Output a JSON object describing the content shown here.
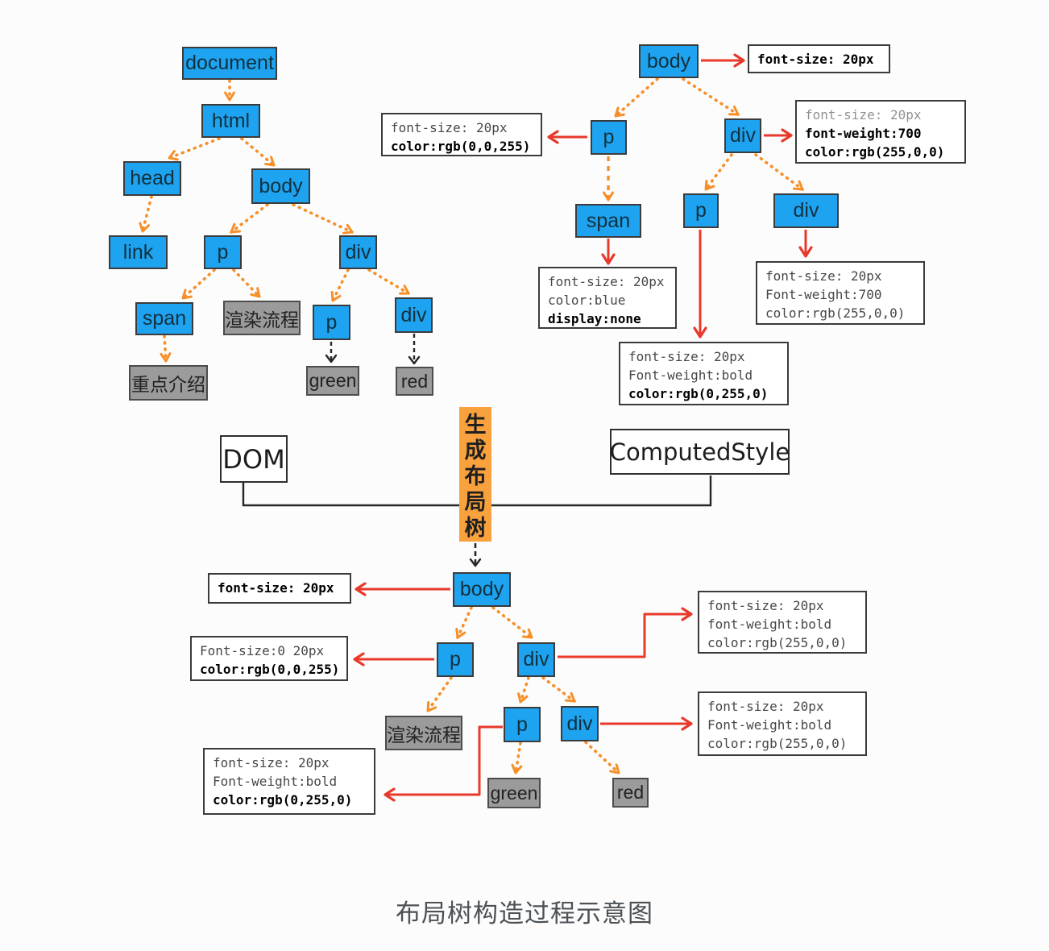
{
  "colors": {
    "node_blue": "#1ea3f0",
    "gray_box": "#9b9b9b",
    "orange_accent": "#f9a13c",
    "arrow_orange": "#f78f28",
    "arrow_red": "#e8392b"
  },
  "caption": "布局树构造过程示意图",
  "dom_tree": {
    "document": "document",
    "html": "html",
    "head": "head",
    "body": "body",
    "link": "link",
    "p": "p",
    "div": "div",
    "span": "span",
    "render_text": "渲染流程",
    "intro_text": "重点介绍",
    "p2": "p",
    "div2": "div",
    "green": "green",
    "red": "red"
  },
  "computed_tree": {
    "body": "body",
    "p": "p",
    "div": "div",
    "span": "span",
    "p2": "p",
    "div2": "div",
    "body_style": [
      {
        "t": "font-size: 20px",
        "b": 1
      }
    ],
    "p_style": [
      {
        "t": "font-size: 20px"
      },
      {
        "t": "color:rgb(0,0,255)",
        "b": 1
      }
    ],
    "div_style": [
      {
        "t": "font-size: 20px",
        "d": 1
      },
      {
        "t": "font-weight:700",
        "b": 1
      },
      {
        "t": "color:rgb(255,0,0)",
        "b": 1
      }
    ],
    "span_style": [
      {
        "t": "font-size: 20px"
      },
      {
        "t": "color:blue"
      },
      {
        "t": "display:none",
        "b": 1
      }
    ],
    "p2_style": [
      {
        "t": "font-size: 20px"
      },
      {
        "t": "Font-weight:bold"
      },
      {
        "t": "color:rgb(0,255,0)",
        "b": 1
      }
    ],
    "div2_style": [
      {
        "t": "font-size: 20px"
      },
      {
        "t": "Font-weight:700"
      },
      {
        "t": "color:rgb(255,0,0)"
      }
    ]
  },
  "middle": {
    "dom": "DOM",
    "generate": "生成布局树",
    "computed_style": "ComputedStyle"
  },
  "layout_tree": {
    "body": "body",
    "p": "p",
    "div": "div",
    "render_text": "渲染流程",
    "p2": "p",
    "div2": "div",
    "green": "green",
    "red": "red",
    "body_style": [
      {
        "t": "font-size: 20px",
        "b": 1
      }
    ],
    "p_style": [
      {
        "t": "Font-size:0 20px"
      },
      {
        "t": "color:rgb(0,0,255)",
        "b": 1
      }
    ],
    "div_style": [
      {
        "t": "font-size: 20px"
      },
      {
        "t": "font-weight:bold"
      },
      {
        "t": "color:rgb(255,0,0)"
      }
    ],
    "p2_style": [
      {
        "t": "font-size: 20px"
      },
      {
        "t": "Font-weight:bold"
      },
      {
        "t": "color:rgb(0,255,0)",
        "b": 1
      }
    ],
    "div2_style": [
      {
        "t": "font-size: 20px"
      },
      {
        "t": "Font-weight:bold"
      },
      {
        "t": "color:rgb(255,0,0)"
      }
    ]
  }
}
